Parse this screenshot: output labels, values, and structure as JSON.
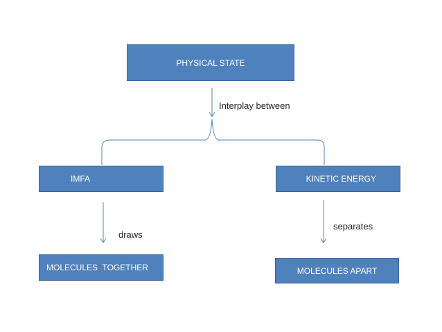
{
  "nodes": {
    "physical_state": "PHYSICAL STATE",
    "imfa": "IMFA",
    "kinetic_energy": "KINETIC ENERGY",
    "molecules_together": "MOLECULES  TOGETHER",
    "molecules_apart": "MOLECULES APART"
  },
  "edges": {
    "interplay": "Interplay between",
    "draws": "draws",
    "separates": "separates"
  },
  "colors": {
    "box_fill": "#4f81bd",
    "box_border": "#3a6595",
    "line": "#4f81bd",
    "text": "#222222"
  }
}
